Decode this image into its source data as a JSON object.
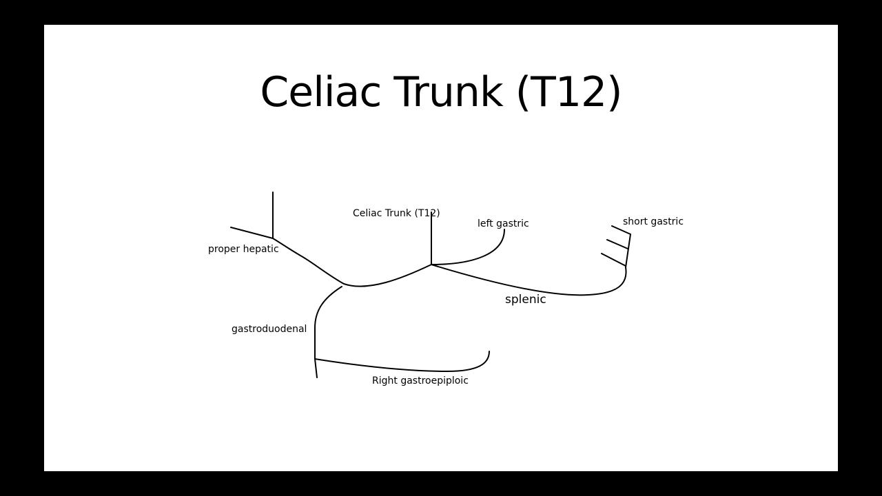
{
  "slide": {
    "title": "Celiac Trunk (T12)",
    "background_color": "#ffffff",
    "frame_color": "#000000"
  },
  "diagram": {
    "labels": {
      "celiac_trunk": "Celiac Trunk (T12)",
      "left_gastric": "left gastric",
      "short_gastric": "short gastric",
      "proper_hepatic": "proper hepatic",
      "splenic": "splenic",
      "gastroduodenal": "gastroduodenal",
      "right_gastroepiploic": "Right gastroepiploic"
    }
  }
}
